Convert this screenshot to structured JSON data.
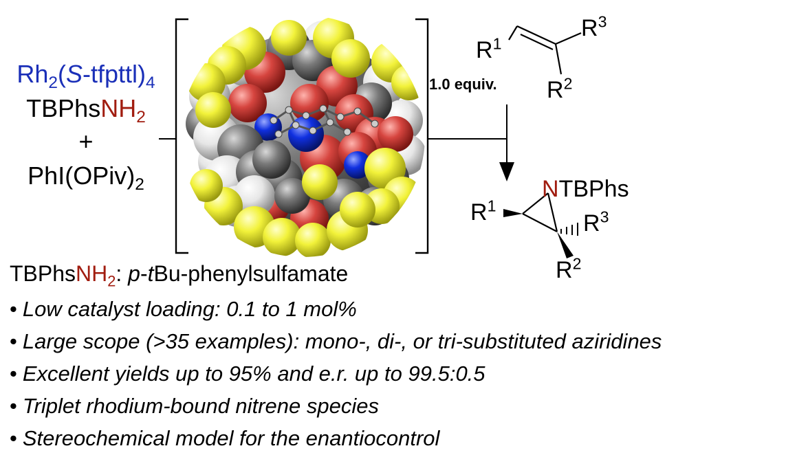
{
  "reagents": {
    "catalyst": {
      "base": "Rh",
      "sub1": "2",
      "open": "(",
      "italic": "S",
      "rest": "-tfpttl)",
      "sub2": "4"
    },
    "amine": {
      "prefix": "TBPhs",
      "colored": "NH",
      "sub": "2"
    },
    "plus": "+",
    "oxidant": {
      "base": "PhI(OPiv)",
      "sub": "2"
    }
  },
  "alkene": {
    "r1": "R",
    "r1_sup": "1",
    "r2": "R",
    "r2_sup": "2",
    "r3": "R",
    "r3_sup": "3",
    "equiv_label": "1.0 equiv."
  },
  "aziridine": {
    "n": "N",
    "n_suffix": "TBPhs",
    "r1": "R",
    "r1_sup": "1",
    "r2": "R",
    "r2_sup": "2",
    "r3": "R",
    "r3_sup": "3"
  },
  "definition": {
    "prefix": "TBPhs",
    "colored": "NH",
    "sub": "2",
    "colon": ": ",
    "italic_p": "p",
    "dash": "-",
    "italic_t": "t",
    "rest": "Bu-phenylsulfamate"
  },
  "bullets": [
    "Low catalyst loading: 0.1 to 1 mol%",
    "Large scope (>35 examples): mono-, di-, or tri-substituted aziridines",
    "Excellent yields up to 95% and e.r. up to 99.5:0.5",
    "Triplet rhodium-bound nitrene species",
    "Stereochemical model for the enantiocontrol"
  ],
  "bullet_glyph": "•",
  "colors": {
    "blue": "#1a2fb8",
    "red": "#a11d10",
    "oxygen": "#d6453f",
    "fluorine": "#f2f23a",
    "carbon": "#7a7a7a",
    "hydrogen": "#e6e6e6",
    "nitrogen": "#1030e0"
  }
}
